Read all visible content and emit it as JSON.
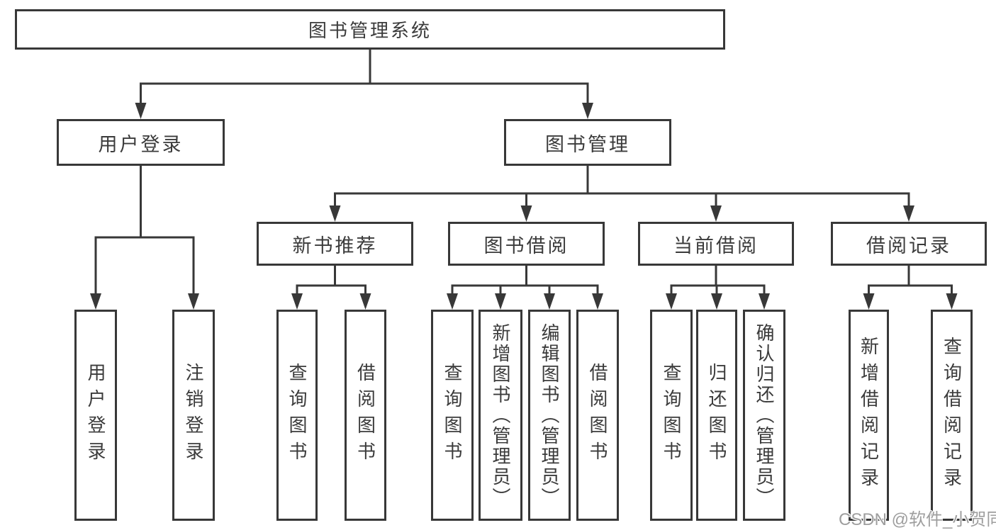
{
  "colors": {
    "line": "#383838",
    "text": "#3b3b3b",
    "watermark": "#9e9e9e"
  },
  "watermark": {
    "text": "CSDN @软件_小贺同学"
  },
  "tree": {
    "root": {
      "label": "图书管理系统"
    },
    "children": [
      {
        "label": "用户登录",
        "children": [
          {
            "label": "用户登录"
          },
          {
            "label": "注销登录"
          }
        ]
      },
      {
        "label": "图书管理",
        "children": [
          {
            "label": "新书推荐",
            "children": [
              {
                "label": "查询图书"
              },
              {
                "label": "借阅图书"
              }
            ]
          },
          {
            "label": "图书借阅",
            "children": [
              {
                "label": "查询图书"
              },
              {
                "label": "新增图书（管理员）"
              },
              {
                "label": "编辑图书（管理员）"
              },
              {
                "label": "借阅图书"
              }
            ]
          },
          {
            "label": "当前借阅",
            "children": [
              {
                "label": "查询图书"
              },
              {
                "label": "归还图书"
              },
              {
                "label": "确认归还（管理员）"
              }
            ]
          },
          {
            "label": "借阅记录",
            "children": [
              {
                "label": "新增借阅记录"
              },
              {
                "label": "查询借阅记录"
              }
            ]
          }
        ]
      }
    ]
  }
}
